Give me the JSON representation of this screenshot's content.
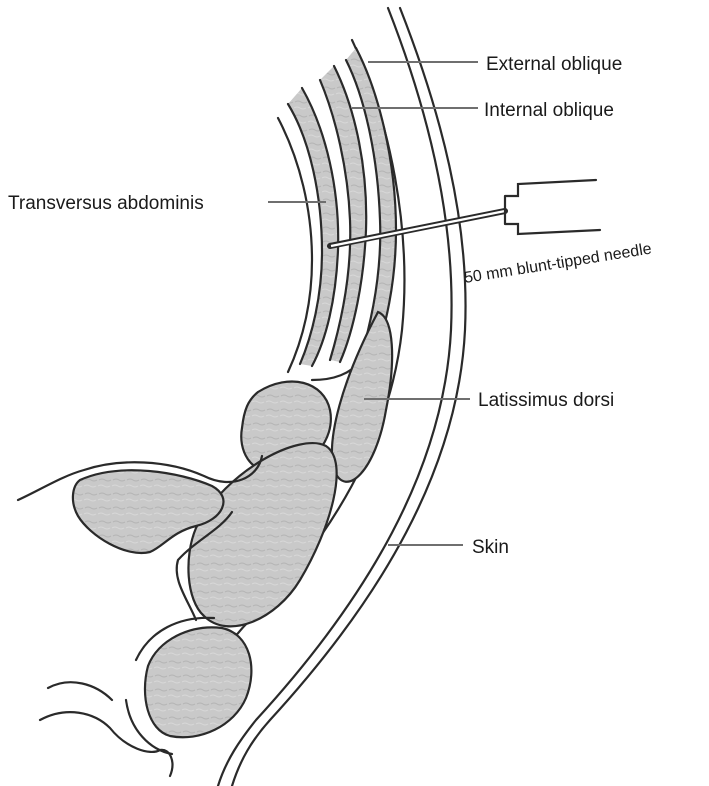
{
  "figure": {
    "labels": {
      "external_oblique": "External oblique",
      "internal_oblique": "Internal oblique",
      "transversus_abdominis": "Transversus abdominis",
      "needle": "50 mm blunt-tipped needle",
      "latissimus_dorsi": "Latissimus dorsi",
      "skin": "Skin"
    },
    "colors": {
      "muscle_fill": "#c9c9c9",
      "outline": "#2a2a2a",
      "leader": "#6f6f6f"
    }
  }
}
